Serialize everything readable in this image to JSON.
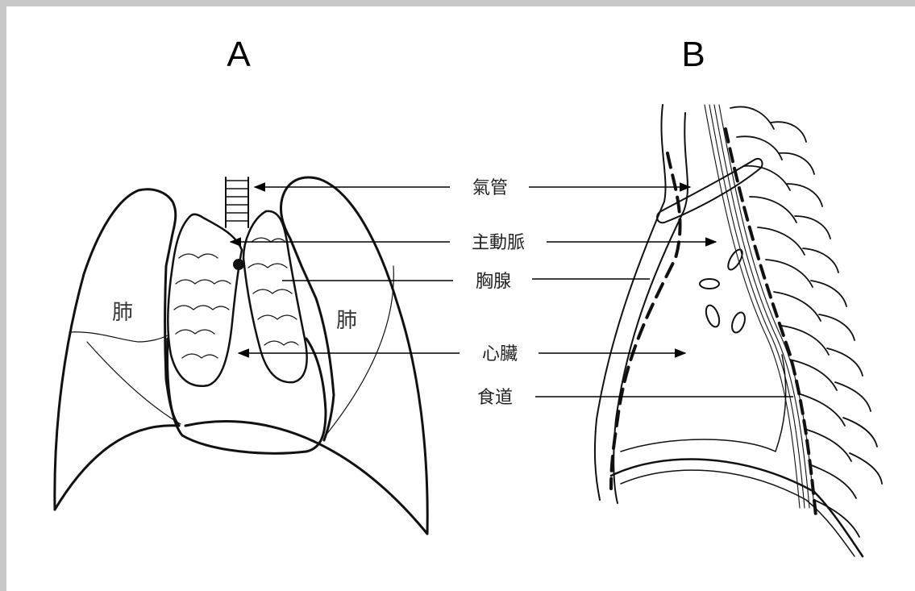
{
  "panels": {
    "a": "A",
    "b": "B"
  },
  "lung_label_left": "肺",
  "lung_label_right": "肺",
  "labels": {
    "trachea": "氣管",
    "aorta": "主動脈",
    "thymus": "胸腺",
    "heart": "心臟",
    "esophagus": "食道"
  }
}
